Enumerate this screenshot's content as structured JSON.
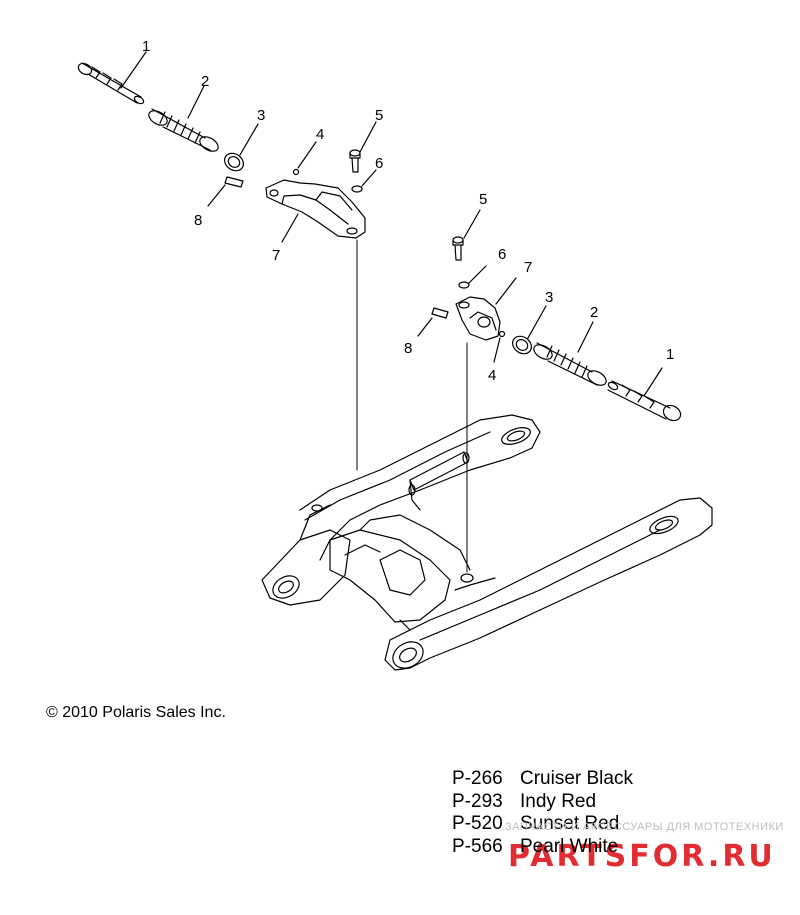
{
  "copyright": "© 2010 Polaris Sales Inc.",
  "callouts": {
    "left": [
      "1",
      "2",
      "3",
      "4",
      "5",
      "6",
      "7",
      "8"
    ],
    "right": [
      "1",
      "2",
      "3",
      "4",
      "5",
      "6",
      "7",
      "8"
    ]
  },
  "colors": [
    {
      "code": "P-266",
      "name": "Cruiser Black"
    },
    {
      "code": "P-293",
      "name": "Indy Red"
    },
    {
      "code": "P-520",
      "name": "Sunset Red"
    },
    {
      "code": "P-566",
      "name": "Pearl White"
    }
  ],
  "watermark": {
    "small_text": "ЗАПЧАСТИ И АКСЕССУАРЫ ДЛЯ МОТОТЕХНИКИ",
    "logo_text": "PARTSFOR.RU",
    "logo_color": "#e0161b"
  }
}
